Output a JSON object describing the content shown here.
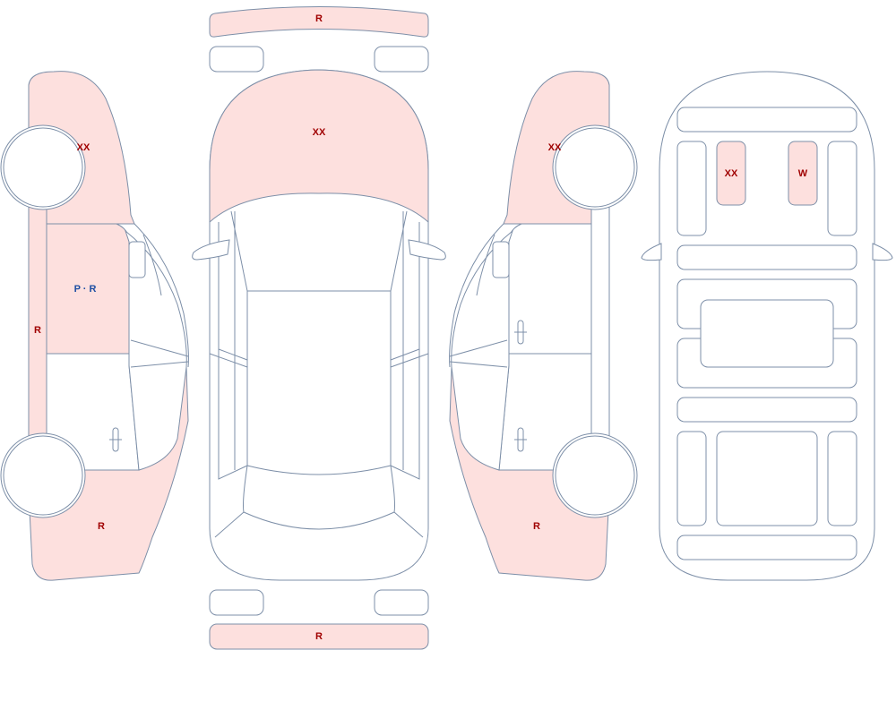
{
  "colors": {
    "damage_fill": "#fde0de",
    "outline": "#7d8fa8",
    "mark_red": "#a00000",
    "mark_blue": "#1f4fa3"
  },
  "marks": {
    "left_front": "XX",
    "left_front_door": "P · R",
    "left_sill": "R",
    "left_rear": "R",
    "front_bumper": "R",
    "hood": "XX",
    "rear_bumper": "R",
    "right_front": "XX",
    "right_rear": "R",
    "interior_seat_left": "XX",
    "interior_seat_right": "W"
  }
}
